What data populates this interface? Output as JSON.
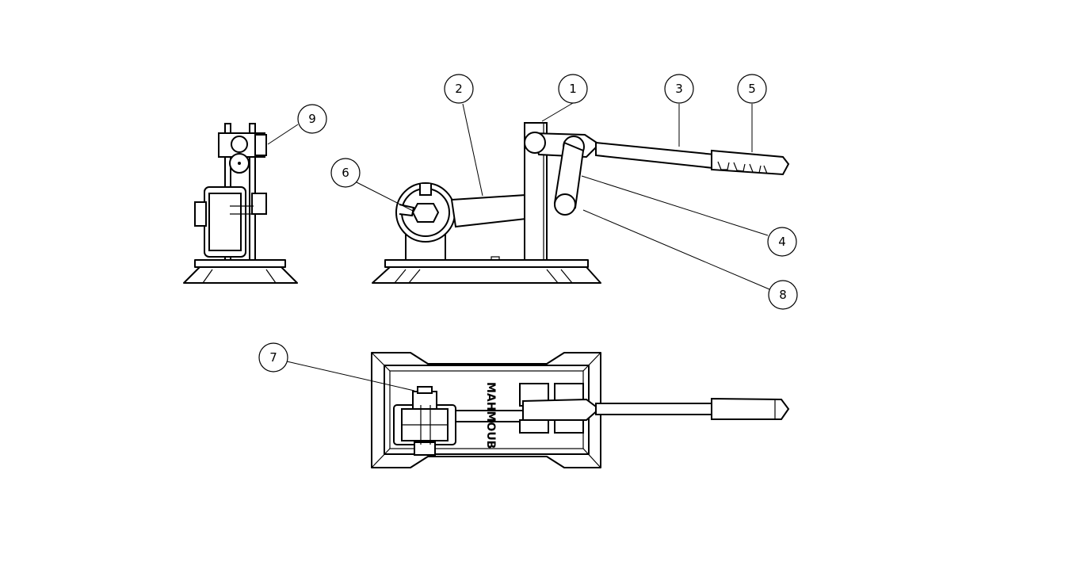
{
  "drawing": {
    "engraving_text": "MAHMOUB"
  },
  "balloons": [
    {
      "id": "balloon-1",
      "label": "1"
    },
    {
      "id": "balloon-2",
      "label": "2"
    },
    {
      "id": "balloon-3",
      "label": "3"
    },
    {
      "id": "balloon-4",
      "label": "4"
    },
    {
      "id": "balloon-5",
      "label": "5"
    },
    {
      "id": "balloon-6",
      "label": "6"
    },
    {
      "id": "balloon-7",
      "label": "7"
    },
    {
      "id": "balloon-8",
      "label": "8"
    },
    {
      "id": "balloon-9",
      "label": "9"
    }
  ]
}
